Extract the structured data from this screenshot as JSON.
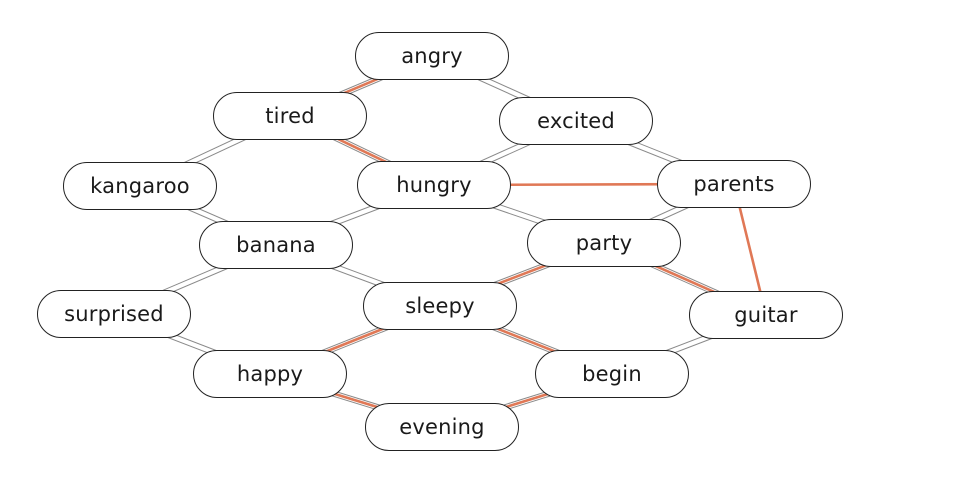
{
  "colors": {
    "background": "#ffffff",
    "node_border": "#222222",
    "node_fill": "#ffffff",
    "rail": "#8a8a8a",
    "path": "#e07856"
  },
  "nodes": [
    {
      "id": "angry",
      "label": "angry"
    },
    {
      "id": "tired",
      "label": "tired"
    },
    {
      "id": "excited",
      "label": "excited"
    },
    {
      "id": "kangaroo",
      "label": "kangaroo"
    },
    {
      "id": "hungry",
      "label": "hungry"
    },
    {
      "id": "parents",
      "label": "parents"
    },
    {
      "id": "banana",
      "label": "banana"
    },
    {
      "id": "party",
      "label": "party"
    },
    {
      "id": "surprised",
      "label": "surprised"
    },
    {
      "id": "sleepy",
      "label": "sleepy"
    },
    {
      "id": "guitar",
      "label": "guitar"
    },
    {
      "id": "happy",
      "label": "happy"
    },
    {
      "id": "begin",
      "label": "begin"
    },
    {
      "id": "evening",
      "label": "evening"
    }
  ],
  "links": [
    [
      "angry",
      "tired"
    ],
    [
      "angry",
      "excited"
    ],
    [
      "tired",
      "kangaroo"
    ],
    [
      "tired",
      "hungry"
    ],
    [
      "excited",
      "hungry"
    ],
    [
      "excited",
      "parents"
    ],
    [
      "kangaroo",
      "banana"
    ],
    [
      "hungry",
      "banana"
    ],
    [
      "hungry",
      "party"
    ],
    [
      "parents",
      "party"
    ],
    [
      "banana",
      "surprised"
    ],
    [
      "banana",
      "sleepy"
    ],
    [
      "party",
      "sleepy"
    ],
    [
      "party",
      "guitar"
    ],
    [
      "surprised",
      "happy"
    ],
    [
      "sleepy",
      "happy"
    ],
    [
      "sleepy",
      "begin"
    ],
    [
      "guitar",
      "begin"
    ],
    [
      "happy",
      "evening"
    ],
    [
      "begin",
      "evening"
    ]
  ],
  "highlighted_path": [
    [
      "angry",
      "tired"
    ],
    [
      "tired",
      "hungry"
    ],
    [
      "hungry",
      "parents"
    ],
    [
      "parents",
      "guitar"
    ],
    [
      "guitar",
      "party"
    ],
    [
      "party",
      "sleepy"
    ],
    [
      "sleepy",
      "happy"
    ],
    [
      "happy",
      "evening"
    ],
    [
      "evening",
      "begin"
    ],
    [
      "begin",
      "sleepy"
    ]
  ]
}
